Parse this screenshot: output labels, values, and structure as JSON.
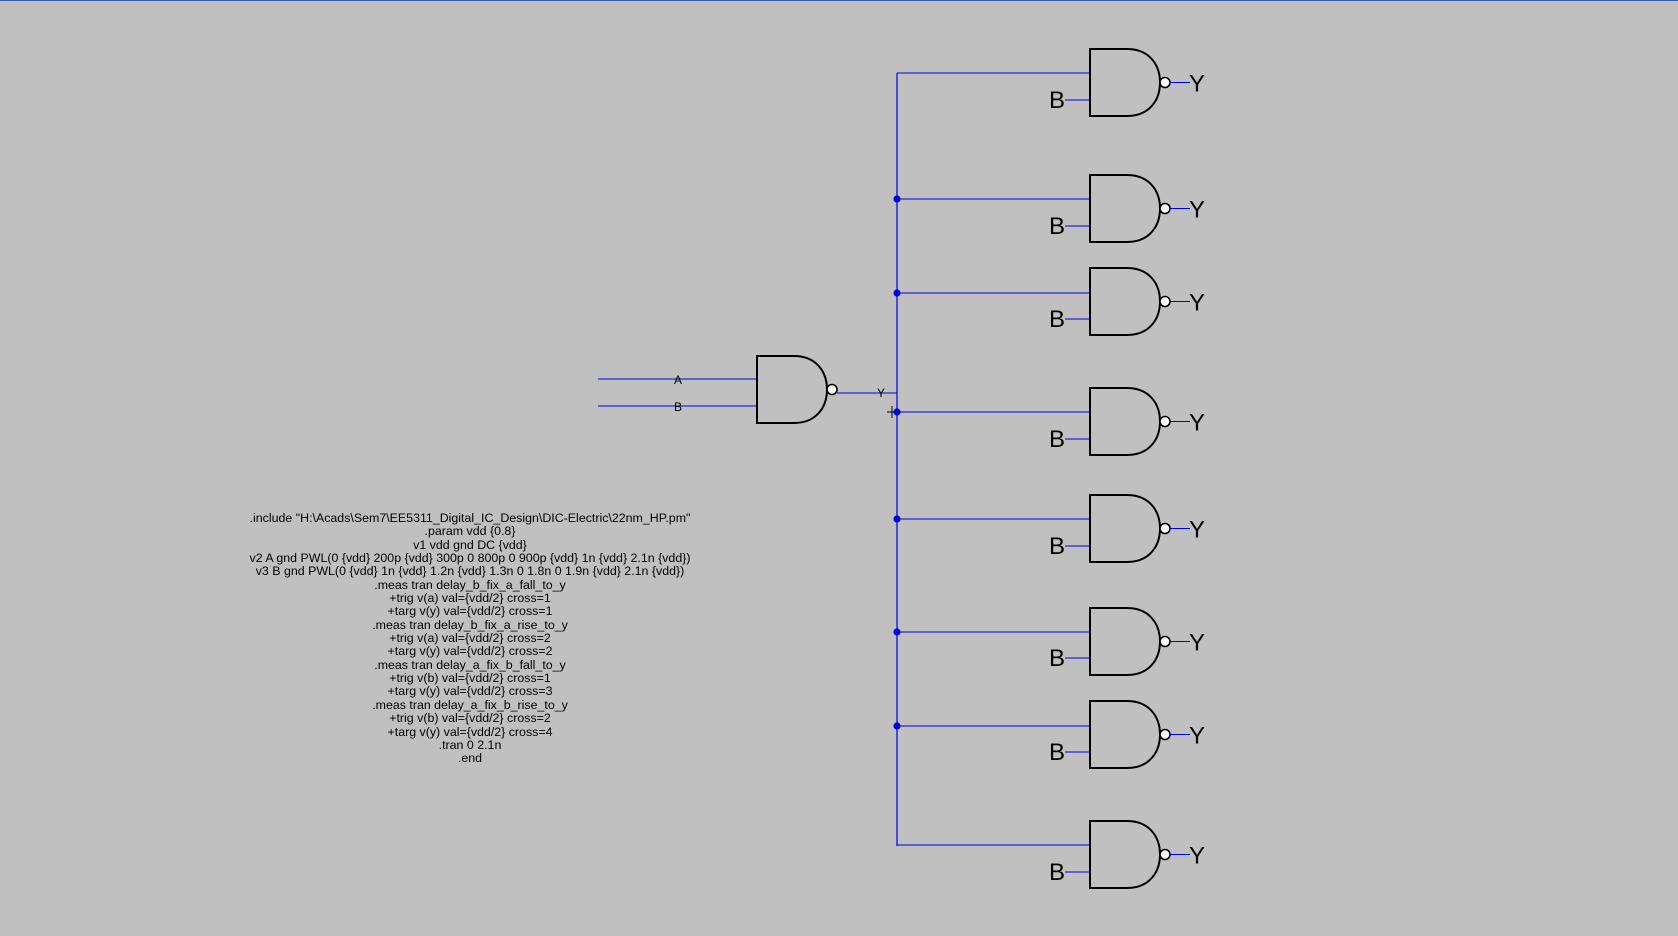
{
  "colors": {
    "background": "#c0c0c0",
    "wire": "#0000dd",
    "gate": "#000000",
    "text": "#000000"
  },
  "driver": {
    "input_a_label": "A",
    "input_b_label": "B",
    "output_label": "Y"
  },
  "load_gate_b_label": "B",
  "load_gate_out_label": "Y",
  "load_gate_count": 8,
  "spice_lines": [
    ".include \"H:\\Acads\\Sem7\\EE5311_Digital_IC_Design\\DIC-Electric\\22nm_HP.pm\"",
    ".param vdd {0.8}",
    "v1 vdd gnd DC {vdd}",
    "v2 A gnd PWL(0 {vdd} 200p {vdd} 300p 0 800p 0 900p {vdd} 1n {vdd} 2.1n {vdd})",
    "v3 B gnd PWL(0 {vdd} 1n {vdd} 1.2n {vdd} 1.3n 0 1.8n 0 1.9n {vdd} 2.1n {vdd})",
    ".meas tran delay_b_fix_a_fall_to_y",
    "+trig v(a) val={vdd/2} cross=1",
    "+targ v(y) val={vdd/2} cross=1",
    ".meas tran delay_b_fix_a_rise_to_y",
    "+trig v(a) val={vdd/2} cross=2",
    "+targ v(y) val={vdd/2} cross=2",
    ".meas tran delay_a_fix_b_fall_to_y",
    "+trig v(b) val={vdd/2} cross=1",
    "+targ v(y) val={vdd/2} cross=3",
    ".meas tran delay_a_fix_b_rise_to_y",
    "+trig v(b) val={vdd/2} cross=2",
    "+targ v(y) val={vdd/2} cross=4",
    ".tran 0 2.1n",
    ".end"
  ]
}
